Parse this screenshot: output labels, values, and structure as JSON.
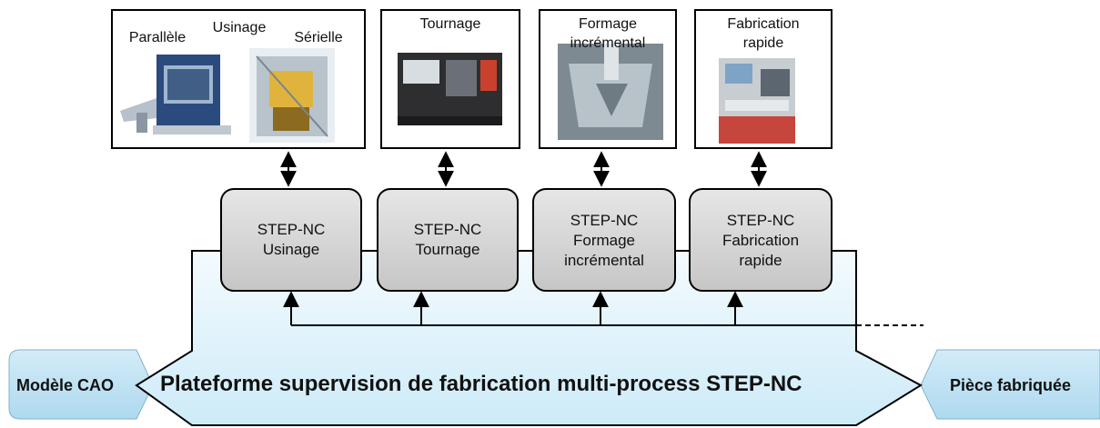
{
  "machines": [
    {
      "id": "usinage",
      "title": "Usinage",
      "sub_left": "Parallèle",
      "sub_right": "Sérielle",
      "icons": [
        "parallel-machine-image",
        "serial-machine-image"
      ]
    },
    {
      "id": "tournage",
      "title": "Tournage",
      "icons": [
        "lathe-image"
      ]
    },
    {
      "id": "formage",
      "title_l1": "Formage",
      "title_l2": "incrémental",
      "icons": [
        "incremental-forming-image"
      ]
    },
    {
      "id": "fabrication",
      "title_l1": "Fabrication",
      "title_l2": "rapide",
      "icons": [
        "rapid-manufacturing-image"
      ]
    }
  ],
  "modules": [
    {
      "l1": "STEP-NC",
      "l2": "Usinage",
      "l3": ""
    },
    {
      "l1": "STEP-NC",
      "l2": "Tournage",
      "l3": ""
    },
    {
      "l1": "STEP-NC",
      "l2": "Formage",
      "l3": "incrémental"
    },
    {
      "l1": "STEP-NC",
      "l2": "Fabrication",
      "l3": "rapide"
    }
  ],
  "platform": {
    "label": "Plateforme supervision de fabrication multi-process STEP-NC"
  },
  "input": {
    "label": "Modèle CAO"
  },
  "output": {
    "label": "Pièce fabriquée"
  },
  "colors": {
    "platform_fill": "#dff2fb",
    "module_fill": "#d9d9d9",
    "stroke": "#000000"
  }
}
